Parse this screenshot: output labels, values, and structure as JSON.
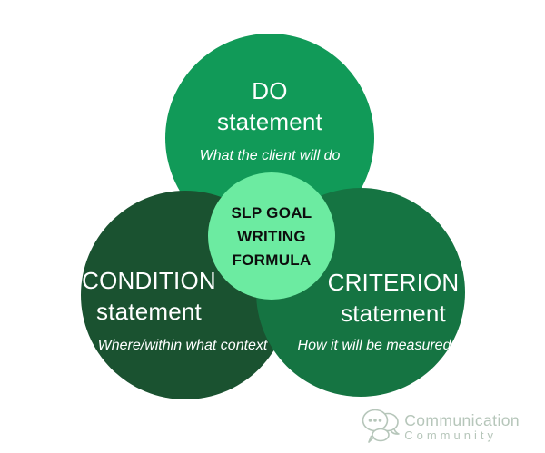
{
  "canvas": {
    "background": "#ffffff"
  },
  "diagram": {
    "name": "SLP goal writing formula venn diagram",
    "center": {
      "label": "SLP GOAL\nWRITING\nFORMULA",
      "color": "#6ceba1",
      "text_color": "#0d0d0d"
    },
    "do": {
      "title": "DO\nstatement",
      "subtitle": "What the client will do",
      "color": "#119a58",
      "text_color": "#ffffff"
    },
    "condition": {
      "title": "CONDITION\nstatement",
      "subtitle": "Where/within what context",
      "color": "#1a5230",
      "text_color": "#ffffff"
    },
    "criterion": {
      "title": "CRITERION\nstatement",
      "subtitle": "How it will be measured",
      "color": "#157442",
      "text_color": "#ffffff"
    }
  },
  "logo": {
    "line1": "Communication",
    "line2": "Community",
    "color": "#b6c6ba",
    "icon": "chat-bubbles-icon"
  }
}
